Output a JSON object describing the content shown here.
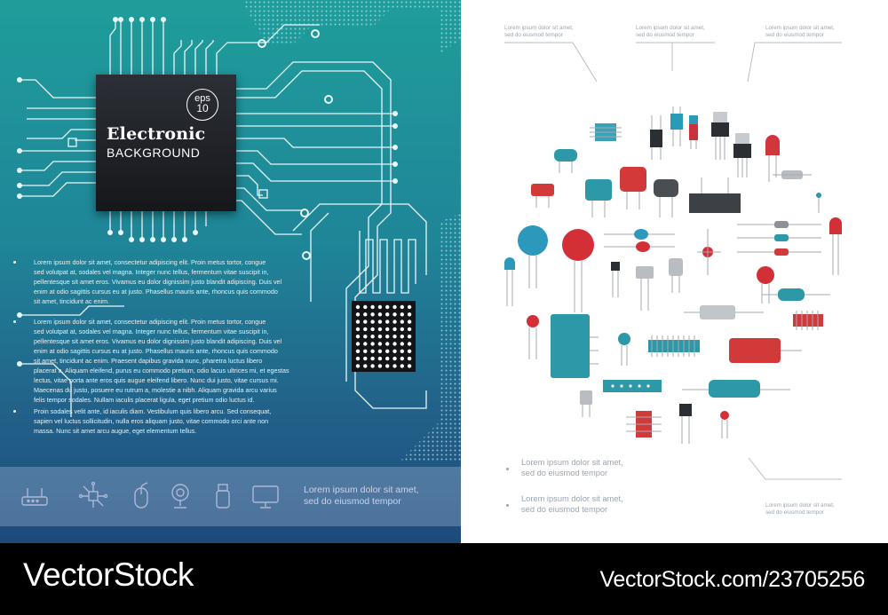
{
  "chip": {
    "title": "Electronic",
    "subtitle": "BACKGROUND",
    "eps_label": "eps",
    "eps_version": "10"
  },
  "left_text": {
    "para1": [
      "Lorem ipsum dolor sit amet, consectetur adipiscing elit. Proin metus tortor, congue",
      "sed volutpat at, sodales vel magna. Integer nunc tellus, fermentum vitae suscipit in,",
      "pellentesque sit amet eros. Vivamus eu dolor dignissim justo blandit adipiscing. Duis vel",
      "enim at odio sagittis cursus eu at justo. Phasellus mauris ante, rhoncus quis commodo",
      "sit amet, tincidunt ac enim."
    ],
    "para2": [
      "Lorem ipsum dolor sit amet, consectetur adipiscing elit. Proin metus tortor, congue",
      "sed volutpat at, sodales vel magna. Integer nunc tellus, fermentum vitae suscipit in,",
      "pellentesque sit amet eros. Vivamus eu dolor dignissim justo blandit adipiscing. Duis vel",
      "enim at odio sagittis cursus eu at justo. Phasellus mauris ante, rhoncus quis commodo",
      "sit amet, tincidunt ac enim. Praesent dapibus gravida nunc, pharetra luctus libero",
      "placerat a. Aliquam eleifend, purus eu commodo pretium, odio lacus ultrices mi, et egestas",
      "lectus, vitae porta ante eros quis augue eleifend libero. Nunc dui justo, vitae cursus mi.",
      "Maecenas du justo, posuere eu rutrum a, molestie a nibh. Aliquam gravida arcu varius",
      "felis tempor sodales. Nullam iaculis placerat ligula, eget pretium odio luctus id."
    ],
    "para3": [
      "Proin sodales velit ante, id iaculis diam. Vestibulum quis libero arcu. Sed consequat,",
      "sapien vel luctus sollicitudin, nulla eros aliquam justo, vitae commodo orci ante non",
      "massa. Nunc sit amet arcu augue, eget elementum tellus."
    ]
  },
  "icon_bar": {
    "icons": [
      "router-icon",
      "circuit-board-icon",
      "mouse-icon",
      "webcam-icon",
      "usb-stick-icon",
      "monitor-icon"
    ],
    "caption": [
      "Lorem ipsum dolor sit amet,",
      "sed do eiusmod tempor"
    ]
  },
  "callouts": {
    "top_left": [
      "Lorem ipsum dolor sit amet,",
      "sed do eiusmod tempor"
    ],
    "top_center": [
      "Lorem ipsum dolor sit amet,",
      "sed do eiusmod tempor"
    ],
    "top_right": [
      "Lorem ipsum dolor sit amet,",
      "sed do eiusmod tempor"
    ],
    "bottom_right": [
      "Lorem ipsum dolor sit amet,",
      "sed do eiusmod tempor"
    ]
  },
  "right_list": [
    [
      "Lorem ipsum dolor sit amet,",
      "sed do eiusmod tempor"
    ],
    [
      "Lorem ipsum dolor sit amet,",
      "sed do eiusmod tempor"
    ]
  ],
  "component_icons": [
    "capacitor-icon",
    "resistor-icon",
    "transistor-icon",
    "led-icon",
    "diode-icon",
    "microchip-icon",
    "relay-icon",
    "potentiometer-icon"
  ],
  "footer": {
    "brand": "VectorStock",
    "url": "VectorStock.com/23705256"
  },
  "colors": {
    "teal": "#2c98a8",
    "red": "#d23a3a",
    "dark": "#2b2e33",
    "pale_gray": "#b9bcc0",
    "footer_bg": "#000000"
  }
}
